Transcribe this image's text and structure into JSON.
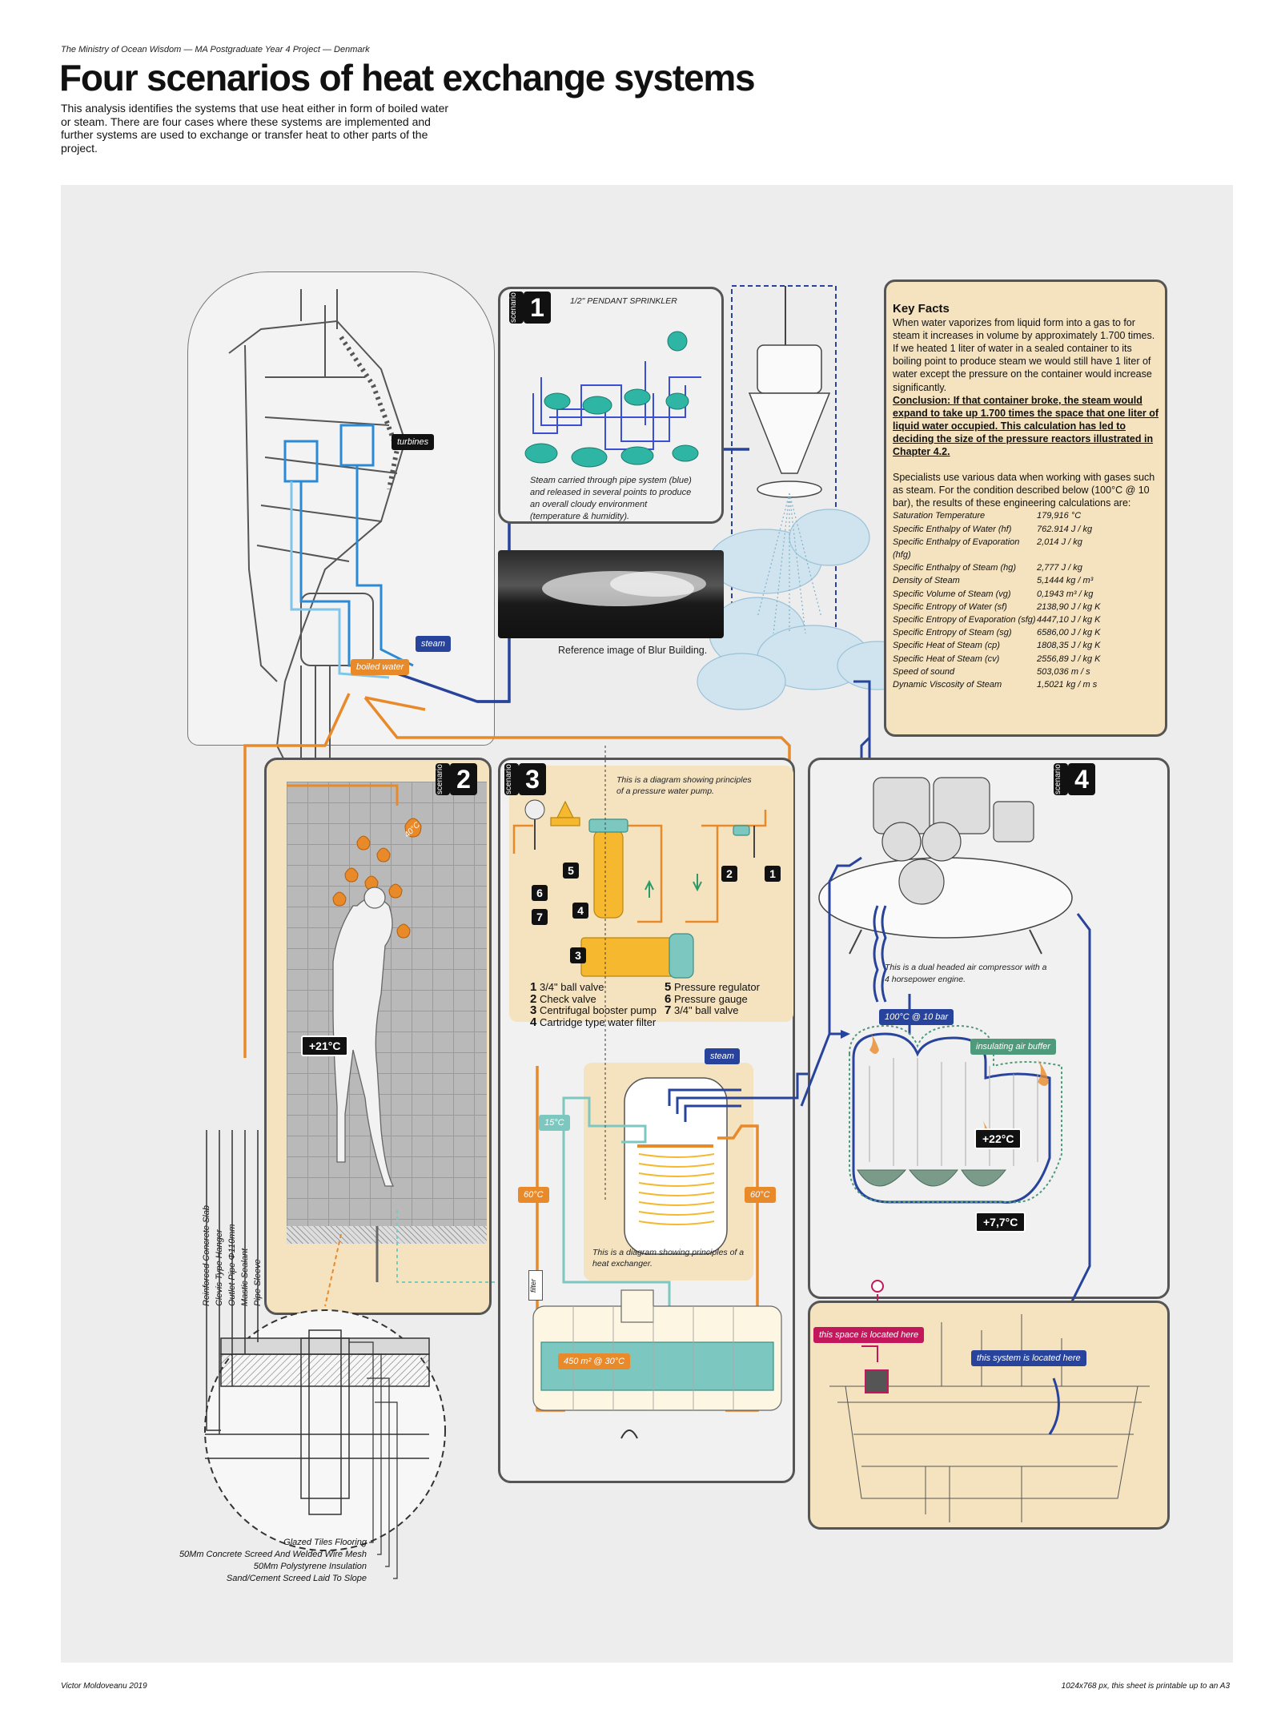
{
  "header": {
    "meta": "The Ministry of Ocean Wisdom — MA Postgraduate Year 4 Project — Denmark",
    "title": "Four scenarios of heat exchange systems",
    "intro": "This analysis identifies the systems that use heat either in form of boiled water or steam. There are four cases where these systems are implemented and further systems are used to exchange or transfer heat to other parts of the project."
  },
  "tower": {
    "turbines_label": "turbines",
    "steam_label": "steam",
    "boiled_water_label": "boiled water"
  },
  "scenario1": {
    "badge_word": "scenario",
    "badge_num": "1",
    "sprinkler_label": "1/2\" PENDANT SPRINKLER",
    "caption": "Steam carried through pipe system (blue) and released in several points to produce an overall cloudy environment (temperature & humidity).",
    "ref_caption": "Reference image of Blur Building."
  },
  "key_facts": {
    "title": "Key Facts",
    "p1": "When water vaporizes from liquid form into a gas to for steam it increases in volume by approximately 1.700 times. If we heated 1 liter of water in a sealed container to its boiling point to produce steam we would still have 1 liter of water except the pressure on the container would increase significantly.",
    "conclusion": "Conclusion: If that container broke, the steam would expand to take up 1.700 times the space that one liter of liquid water occupied. This calculation has led to deciding the size of the pressure reactors illustrated in Chapter 4.2.",
    "p2": "Specialists use various data when working with gases such as steam. For the condition described below (100°C @ 10 bar), the results of these engineering calculations are:",
    "rows": [
      {
        "k": "Saturation Temperature",
        "v": "179,916 °C"
      },
      {
        "k": "Specific Enthalpy of Water (hf)",
        "v": "762.914 J / kg"
      },
      {
        "k": "Specific Enthalpy of Evaporation (hfg)",
        "v": "2,014 J / kg"
      },
      {
        "k": "Specific Enthalpy of Steam (hg)",
        "v": "2,777 J / kg"
      },
      {
        "k": "Density of Steam",
        "v": "5,1444 kg / m³"
      },
      {
        "k": "Specific Volume of Steam (vg)",
        "v": "0,1943 m³ / kg"
      },
      {
        "k": "Specific Entropy of Water (sf)",
        "v": "2138,90 J / kg K"
      },
      {
        "k": "Specific Entropy of Evaporation (sfg)",
        "v": "4447,10 J / kg K"
      },
      {
        "k": "Specific Entropy of Steam (sg)",
        "v": "6586,00 J / kg K"
      },
      {
        "k": "Specific Heat of Steam (cp)",
        "v": "1808,35 J / kg K"
      },
      {
        "k": "Specific Heat of Steam (cv)",
        "v": "2556,89 J / kg K"
      },
      {
        "k": "Speed of sound",
        "v": "503,036 m / s"
      },
      {
        "k": "Dynamic Viscosity of Steam",
        "v": "1,5021 kg / m s"
      }
    ]
  },
  "scenario2": {
    "badge_word": "scenario",
    "badge_num": "2",
    "shower_temp": "40°C",
    "room_temp": "+21°C",
    "pipe_labels": [
      "Reinforced Concrete Slab",
      "Clevis Type Hanger",
      "Outlet Pipe Φ110mm",
      "Mastic Sealant",
      "Pipe Sleeve"
    ],
    "floor_layers": [
      "Glazed Tiles Flooring",
      "50Mm Concrete Screed And Welded Wire Mesh",
      "50Mm Polystyrene Insulation",
      "Sand/Cement Screed Laid To Slope"
    ]
  },
  "scenario3": {
    "badge_word": "scenario",
    "badge_num": "3",
    "pump_caption": "This is a diagram showing principles of a pressure water pump.",
    "legend_left": [
      {
        "n": "1",
        "t": "3/4\" ball valve"
      },
      {
        "n": "2",
        "t": "Check valve"
      },
      {
        "n": "3",
        "t": "Centrifugal booster pump"
      },
      {
        "n": "4",
        "t": "Cartridge type water filter"
      }
    ],
    "legend_right": [
      {
        "n": "5",
        "t": "Pressure regulator"
      },
      {
        "n": "6",
        "t": "Pressure gauge"
      },
      {
        "n": "7",
        "t": "3/4\" ball valve"
      }
    ],
    "steam_label": "steam",
    "cold_temp": "15°C",
    "warm_left": "60°C",
    "warm_right": "60°C",
    "exchanger_caption": "This is a diagram showing principles of a heat exchanger.",
    "filter_label": "filter",
    "pool_label": "450 m² @ 30°C"
  },
  "scenario4": {
    "badge_word": "scenario",
    "badge_num": "4",
    "compressor_caption": "This is a dual headed air compressor with a 4 horsepower engine.",
    "pressure_label": "100°C @ 10 bar",
    "buffer_label": "insulating air buffer",
    "inner_temp": "+22°C",
    "outer_temp": "+7,7°C",
    "space_label": "this space is located here",
    "system_label": "this system is located here"
  },
  "footer": {
    "author": "Victor Moldoveanu 2019",
    "note": "1024x768 px, this sheet is printable up to an A3"
  },
  "colors": {
    "steam_blue": "#27439b",
    "boiled_orange": "#e8892a",
    "cream": "#f5e3bf",
    "teal": "#7cc7c0",
    "heat_yellow": "#f5b82e"
  }
}
